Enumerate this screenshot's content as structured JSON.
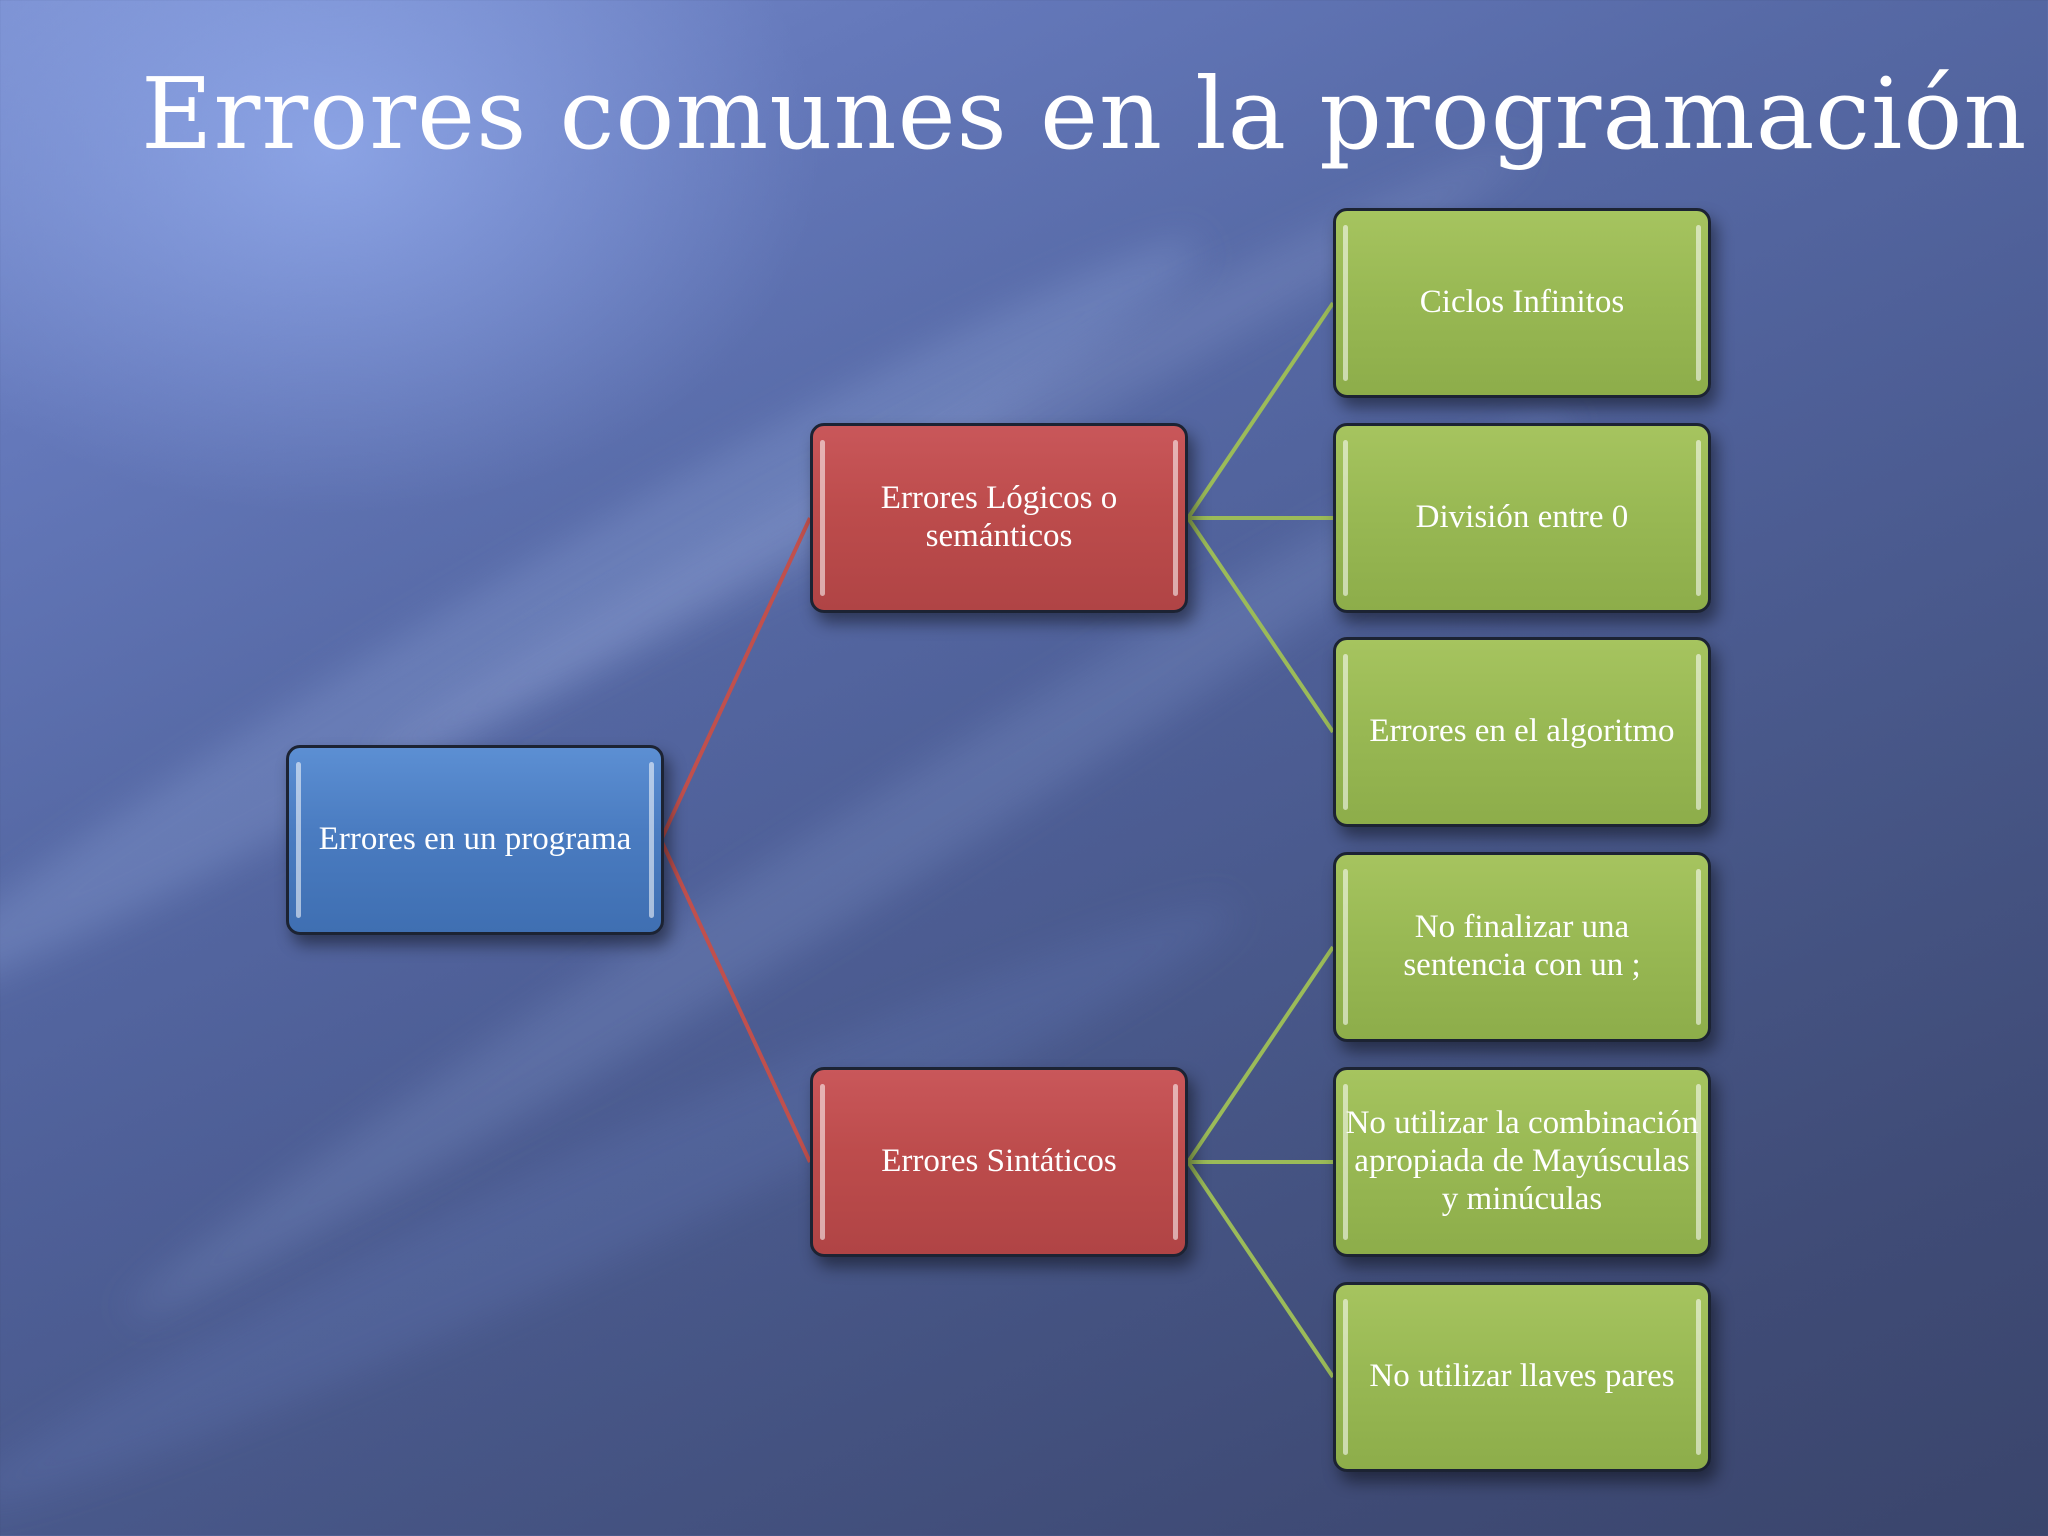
{
  "slide": {
    "title": "Errores comunes en la programación"
  },
  "diagram": {
    "root": {
      "label": "Errores en un programa"
    },
    "branches": [
      {
        "label": "Errores Lógicos o semánticos",
        "children": [
          "Ciclos Infinitos",
          "División entre 0",
          "Errores en el algoritmo"
        ]
      },
      {
        "label": "Errores Sintáticos",
        "children": [
          "No finalizar una sentencia con un ;",
          "No utilizar la combinación apropiada de Mayúsculas y minúculas",
          "No utilizar llaves pares"
        ]
      }
    ],
    "colors": {
      "root": "#4a7cc1",
      "branch": "#bd4c4c",
      "leaf": "#99b954",
      "root_connector": "#c0504d",
      "leaf_connector": "#9bbb59"
    }
  }
}
